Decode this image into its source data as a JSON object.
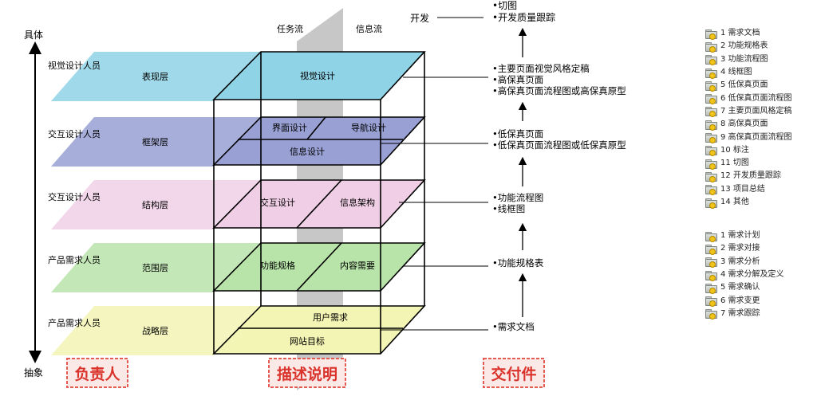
{
  "axis": {
    "top": "具体",
    "bottom": "抽象"
  },
  "columns": {
    "task_flow": "任务流",
    "info_flow": "信息流"
  },
  "layers": [
    {
      "person": "视觉设计人员",
      "name": "表现层",
      "color": "#8fd3e6",
      "cells": [
        "视觉设计"
      ]
    },
    {
      "person": "交互设计人员",
      "name": "框架层",
      "color": "#98a0d4",
      "cells": [
        "界面设计",
        "导航设计",
        "信息设计"
      ]
    },
    {
      "person": "交互设计人员",
      "name": "结构层",
      "color": "#f0cfe6",
      "cells": [
        "交互设计",
        "信息架构"
      ]
    },
    {
      "person": "产品需求人员",
      "name": "范围层",
      "color": "#b8e3a9",
      "cells": [
        "功能规格",
        "内容需要"
      ]
    },
    {
      "person": "产品需求人员",
      "name": "战略层",
      "color": "#f3f5b4",
      "cells": [
        "用户需求",
        "网站目标"
      ]
    }
  ],
  "top_stage": {
    "label": "开发",
    "items": [
      "•切图",
      "•开发质量跟踪"
    ]
  },
  "deliverables": [
    [
      "•主要页面视觉风格定稿",
      "•高保真页面",
      "•高保真页面流程图或高保真原型"
    ],
    [
      "•低保真页面",
      "•低保真页面流程图或低保真原型"
    ],
    [
      "•功能流程图",
      "•线框图"
    ],
    [
      "•功能规格表"
    ],
    [
      "•需求文档"
    ]
  ],
  "footer": {
    "owner": "负责人",
    "description": "描述说明",
    "deliverable": "交付件"
  },
  "accent_red": "#d9332b",
  "folder_list_1": [
    "1 需求文档",
    "2 功能规格表",
    "3 功能流程图",
    "4 线框图",
    "5 低保真页面",
    "6 低保真页面流程图",
    "7 主要页面风格定稿",
    "8 高保真页面",
    "9 高保真页面流程图",
    "10 标注",
    "11 切图",
    "12 开发质量跟踪",
    "13 项目总结",
    "14 其他"
  ],
  "folder_list_2": [
    "1 需求计划",
    "2 需求对接",
    "3 需求分析",
    "4 需求分解及定义",
    "5 需求确认",
    "6 需求变更",
    "7 需求跟踪"
  ]
}
